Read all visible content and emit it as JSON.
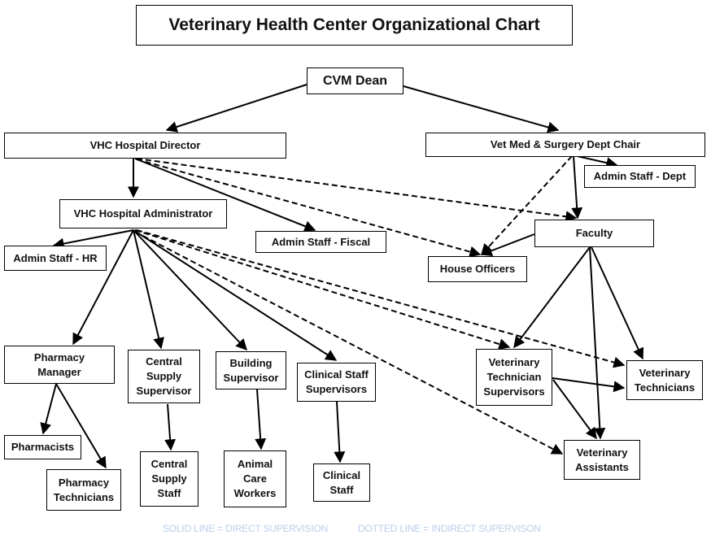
{
  "title": "Veterinary Health Center Organizational Chart",
  "nodes": {
    "dean": "CVM Dean",
    "director": "VHC Hospital Director",
    "chair": "Vet Med & Surgery Dept Chair",
    "admin_dept": "Admin Staff - Dept",
    "administrator": "VHC Hospital Administrator",
    "admin_fiscal": "Admin Staff - Fiscal",
    "faculty": "Faculty",
    "admin_hr": "Admin Staff - HR",
    "house_officers": "House Officers",
    "pharmacy_manager": "Pharmacy Manager",
    "central_supply_supervisor": "Central Supply Supervisor",
    "building_supervisor": "Building Supervisor",
    "clinical_staff_supervisors": "Clinical Staff Supervisors",
    "vet_tech_supervisors": "Veterinary Technician Supervisors",
    "vet_technicians": "Veterinary Technicians",
    "pharmacists": "Pharmacists",
    "pharmacy_technicians": "Pharmacy Technicians",
    "central_supply_staff": "Central Supply Staff",
    "animal_care_workers": "Animal Care Workers",
    "clinical_staff": "Clinical Staff",
    "vet_assistants": "Veterinary Assistants"
  },
  "edges": [
    {
      "from": "dean",
      "to": "director",
      "type": "solid"
    },
    {
      "from": "dean",
      "to": "chair",
      "type": "solid"
    },
    {
      "from": "director",
      "to": "administrator",
      "type": "solid"
    },
    {
      "from": "director",
      "to": "admin_fiscal",
      "type": "solid"
    },
    {
      "from": "director",
      "to": "faculty",
      "type": "dotted"
    },
    {
      "from": "director",
      "to": "house_officers",
      "type": "dotted"
    },
    {
      "from": "chair",
      "to": "admin_dept",
      "type": "solid"
    },
    {
      "from": "chair",
      "to": "faculty",
      "type": "solid"
    },
    {
      "from": "chair",
      "to": "house_officers",
      "type": "dotted"
    },
    {
      "from": "faculty",
      "to": "house_officers",
      "type": "solid"
    },
    {
      "from": "faculty",
      "to": "vet_tech_supervisors",
      "type": "solid"
    },
    {
      "from": "faculty",
      "to": "vet_technicians",
      "type": "solid"
    },
    {
      "from": "faculty",
      "to": "vet_assistants",
      "type": "solid"
    },
    {
      "from": "administrator",
      "to": "admin_hr",
      "type": "solid"
    },
    {
      "from": "administrator",
      "to": "pharmacy_manager",
      "type": "solid"
    },
    {
      "from": "administrator",
      "to": "central_supply_supervisor",
      "type": "solid"
    },
    {
      "from": "administrator",
      "to": "building_supervisor",
      "type": "solid"
    },
    {
      "from": "administrator",
      "to": "clinical_staff_supervisors",
      "type": "solid"
    },
    {
      "from": "administrator",
      "to": "vet_tech_supervisors",
      "type": "dotted"
    },
    {
      "from": "administrator",
      "to": "vet_technicians",
      "type": "dotted"
    },
    {
      "from": "administrator",
      "to": "vet_assistants",
      "type": "dotted"
    },
    {
      "from": "pharmacy_manager",
      "to": "pharmacists",
      "type": "solid"
    },
    {
      "from": "pharmacy_manager",
      "to": "pharmacy_technicians",
      "type": "solid"
    },
    {
      "from": "central_supply_supervisor",
      "to": "central_supply_staff",
      "type": "solid"
    },
    {
      "from": "building_supervisor",
      "to": "animal_care_workers",
      "type": "solid"
    },
    {
      "from": "clinical_staff_supervisors",
      "to": "clinical_staff",
      "type": "solid"
    },
    {
      "from": "vet_tech_supervisors",
      "to": "vet_technicians",
      "type": "solid"
    },
    {
      "from": "vet_tech_supervisors",
      "to": "vet_assistants",
      "type": "solid"
    }
  ],
  "legend": {
    "solid": "SOLID LINE = DIRECT SUPERVISION",
    "dotted": "DOTTED LINE = INDIRECT SUPERVISON"
  }
}
